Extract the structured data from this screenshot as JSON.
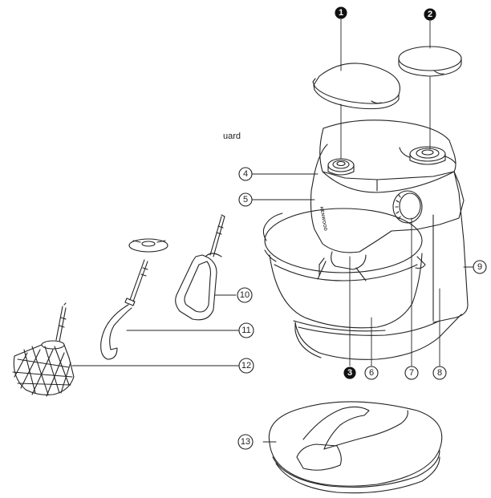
{
  "fragment_text": "uard",
  "brand": "KENWOOD",
  "callouts": {
    "c1": "1",
    "c2": "2",
    "c3": "3",
    "c4": "4",
    "c5": "5",
    "c6": "6",
    "c7": "7",
    "c8": "8",
    "c9": "9",
    "c10": "10",
    "c11": "11",
    "c12": "12",
    "c13": "13"
  }
}
